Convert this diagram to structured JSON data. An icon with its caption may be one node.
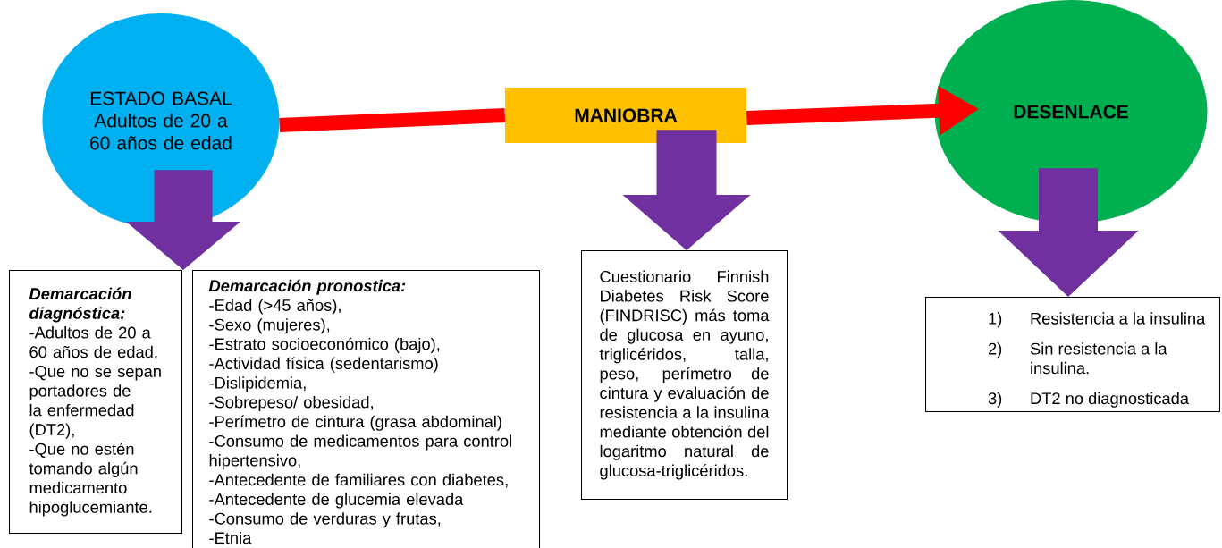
{
  "diagram": {
    "nodes": [
      {
        "text": [
          "ESTADO BASAL",
          "Adultos de 20 a 60 años de edad"
        ]
      },
      {
        "text": [
          "MANIOBRA"
        ]
      },
      {
        "text": [
          "DESENLACE"
        ]
      },
      {
        "text": [
          "Demarcación diagnóstica:",
          "-Adultos de 20 a 60 años de edad,",
          "-Que no se sepan portadores de la enfermedad (DT2),",
          "-Que no estén tomando algún medicamento hipoglucemiante."
        ]
      },
      {
        "text": [
          "Demarcación pronostica:",
          "-Edad (>45 años),",
          "-Sexo (mujeres),",
          "-Estrato socioeconómico (bajo),",
          "-Actividad física (sedentarismo)",
          "-Dislipidemia,",
          "-Sobrepeso/ obesidad,",
          "-Perímetro de cintura (grasa abdominal)",
          "-Consumo de medicamentos para control hipertensivo,",
          "-Antecedente  de familiares con diabetes,",
          "-Antecedente de glucemia elevada",
          "-Consumo de verduras y frutas,",
          "-Etnia"
        ]
      },
      {
        "text": [
          "Cuestionario Finnish Diabetes Risk Score (FINDRISC) más toma de glucosa en ayuno, triglicéridos, talla, peso, perímetro de cintura y evaluación de resistencia a la insulina mediante obtención del logaritmo natural de glucosa-triglicéridos."
        ]
      },
      {
        "text": [
          "1)",
          "Resistencia a la insulina",
          "2)",
          "Sin resistencia a la insulina.",
          "3)",
          "DT2 no diagnosticada"
        ]
      }
    ],
    "edges": [
      {
        "from": 0,
        "to": 1,
        "arrow": "none",
        "color": "#ff0000"
      },
      {
        "from": 1,
        "to": 2,
        "arrow": "to",
        "color": "#ff0000"
      },
      {
        "from": 0,
        "to": 3,
        "arrow": "to"
      },
      {
        "from": 0,
        "to": 4,
        "arrow": "to"
      },
      {
        "from": 1,
        "to": 5,
        "arrow": "to"
      },
      {
        "from": 2,
        "to": 6,
        "arrow": "to"
      }
    ]
  }
}
